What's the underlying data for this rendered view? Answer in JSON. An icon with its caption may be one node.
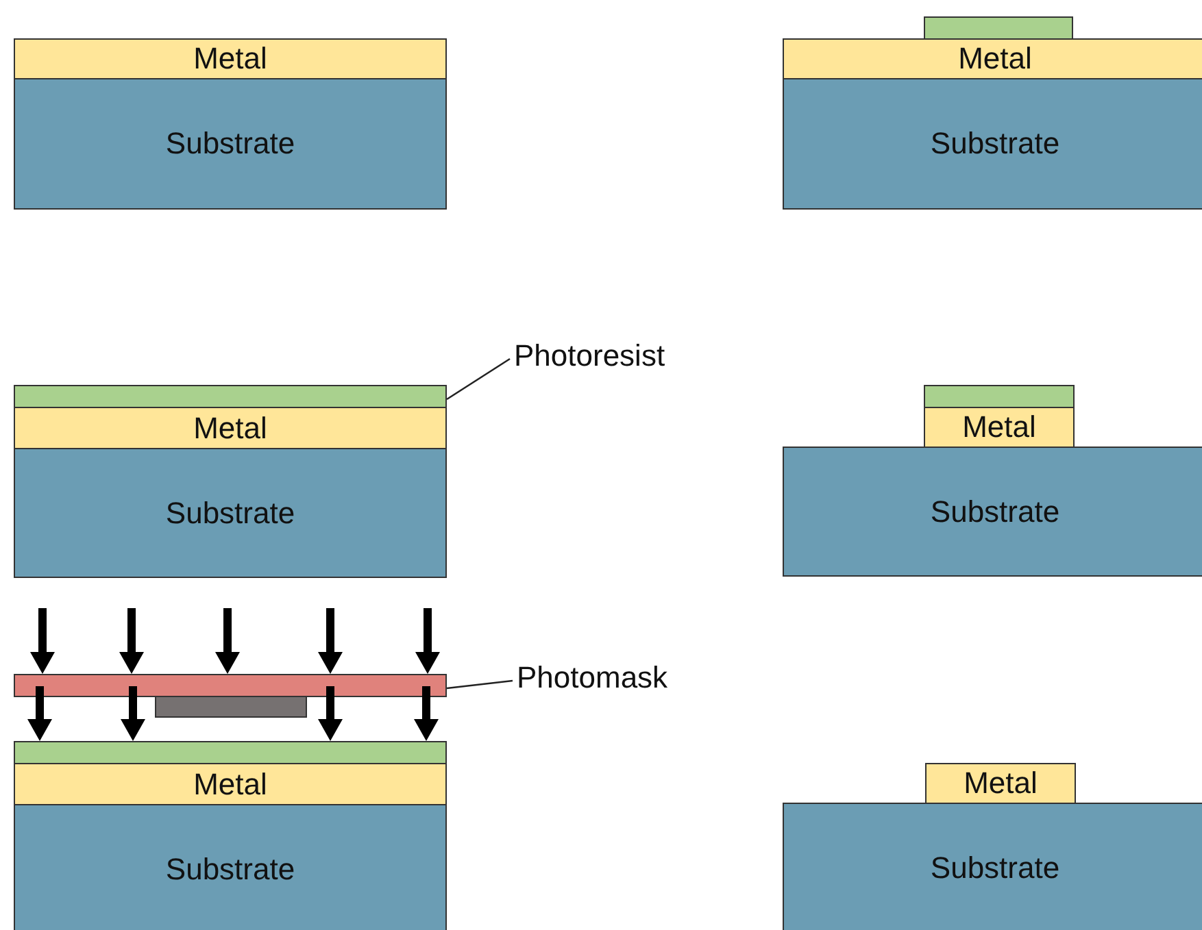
{
  "diagram": {
    "nodes": [
      {
        "text": [
          "Metal"
        ]
      },
      {
        "text": [
          "Substrate"
        ]
      },
      {
        "text": [],
        "shape": "bar"
      },
      {
        "text": [
          "Metal"
        ]
      },
      {
        "text": [
          "Substrate"
        ]
      },
      {
        "text": [],
        "shape": "bar"
      },
      {
        "text": [
          "Metal"
        ]
      },
      {
        "text": [
          "Substrate"
        ]
      },
      {
        "text": [
          "Photoresist"
        ]
      },
      {
        "text": [],
        "shape": "bar"
      },
      {
        "text": [
          "Metal"
        ]
      },
      {
        "text": [
          "Substrate"
        ]
      },
      {
        "text": [],
        "shape": "bar"
      },
      {
        "text": [],
        "shape": "bar"
      },
      {
        "text": [],
        "shape": "bar"
      },
      {
        "text": [
          "Metal"
        ]
      },
      {
        "text": [
          "Substrate"
        ]
      },
      {
        "text": [
          "Photomask"
        ]
      },
      {
        "text": [
          "Metal"
        ]
      },
      {
        "text": [
          "Substrate"
        ]
      }
    ],
    "edges": [
      {
        "from": 8,
        "to": 5,
        "arrow": "none"
      },
      {
        "from": 17,
        "to": 12,
        "arrow": "none"
      },
      {
        "from": null,
        "to": 12,
        "arrow": "to"
      },
      {
        "from": null,
        "to": 12,
        "arrow": "to"
      },
      {
        "from": null,
        "to": 12,
        "arrow": "to"
      },
      {
        "from": null,
        "to": 12,
        "arrow": "to"
      },
      {
        "from": null,
        "to": 12,
        "arrow": "to"
      },
      {
        "from": 12,
        "to": 14,
        "arrow": "to"
      },
      {
        "from": 12,
        "to": 14,
        "arrow": "to"
      },
      {
        "from": 12,
        "to": 14,
        "arrow": "to"
      },
      {
        "from": 12,
        "to": 14,
        "arrow": "to"
      }
    ]
  }
}
